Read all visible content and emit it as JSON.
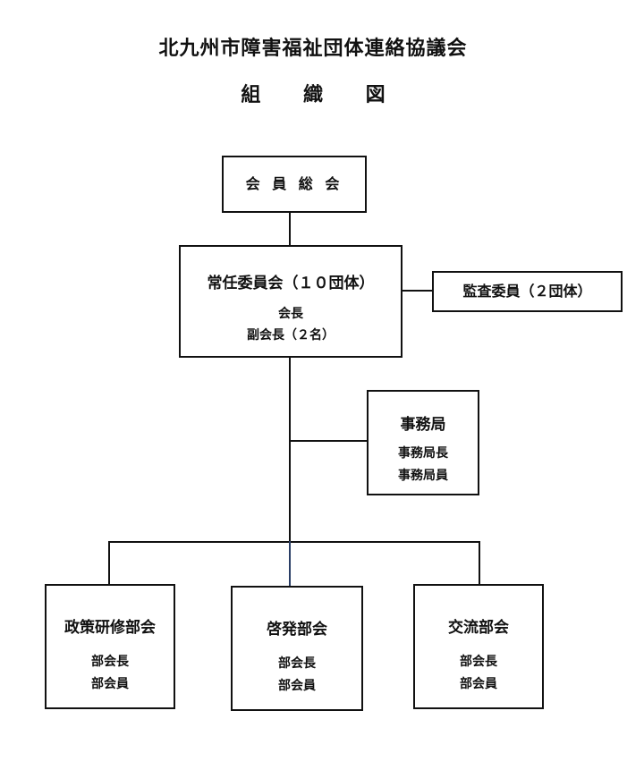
{
  "header": {
    "org_name": "北九州市障害福祉団体連絡協議会",
    "chart_label": "組 織 図"
  },
  "nodes": {
    "general_assembly": {
      "title": "会 員 総 会"
    },
    "standing_committee": {
      "title": "常任委員会（１０団体）",
      "roles": [
        "会長",
        "副会長（２名）"
      ]
    },
    "auditor": {
      "title": "監査委員（２団体）"
    },
    "secretariat": {
      "title": "事務局",
      "roles": [
        "事務局長",
        "事務局員"
      ]
    },
    "policy_division": {
      "title": "政策研修部会",
      "roles": [
        "部会長",
        "部会員"
      ]
    },
    "awareness_division": {
      "title": "啓発部会",
      "roles": [
        "部会長",
        "部会員"
      ]
    },
    "exchange_division": {
      "title": "交流部会",
      "roles": [
        "部会長",
        "部会員"
      ]
    }
  }
}
